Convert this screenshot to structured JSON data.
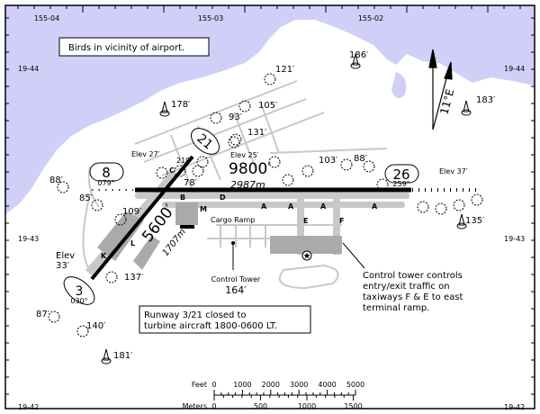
{
  "colors": {
    "water": "#cfcff8",
    "pavement": "#aaaaaa",
    "taxiway": "#c8c8c8",
    "runway": "#000000"
  },
  "grid": {
    "longitudes": [
      "155-04",
      "155-03",
      "155-02"
    ],
    "latitudes_left": [
      "19-44",
      "19-43",
      "19-42"
    ],
    "latitudes_right": [
      "19-44",
      "19-43",
      "19-42"
    ]
  },
  "notes": {
    "birds": "Birds in vicinity of airport.",
    "runway_closure_line1": "Runway 3/21 closed to",
    "runway_closure_line2": "turbine aircraft 1800-0600 LT.",
    "tower_line1": "Control tower controls",
    "tower_line2": "entry/exit traffic on",
    "tower_line3": "taxiways F & E to east",
    "tower_line4": "terminal ramp."
  },
  "runways": {
    "r8": {
      "number": "8",
      "heading": "079°",
      "elev": "Elev 27′"
    },
    "r26": {
      "number": "26",
      "heading": "259°",
      "elev": "Elev 37′"
    },
    "r3": {
      "number": "3",
      "heading": "030°",
      "elev_line1": "Elev",
      "elev_line2": "33′"
    },
    "r21": {
      "number": "21",
      "heading": "210°",
      "elev": "Elev 25′"
    },
    "r8_26_length_ft": "9800′",
    "r8_26_length_m": "2987m",
    "r3_21_length_ft": "5600′",
    "r3_21_length_m": "1707m"
  },
  "taxiways": [
    "A",
    "A",
    "A",
    "A",
    "B",
    "C",
    "D",
    "E",
    "F",
    "K",
    "L",
    "M"
  ],
  "facilities": {
    "cargo_ramp": "Cargo Ramp",
    "control_tower": "Control Tower",
    "control_tower_elev": "164′"
  },
  "obstacles": [
    "121′",
    "105′",
    "93′",
    "131′",
    "178′",
    "186′",
    "183′",
    "103′",
    "88′",
    "88′",
    "85′",
    "78′",
    "109′",
    "137′",
    "87′",
    "140′",
    "181′",
    "135′"
  ],
  "magnetic_variation": "11°E",
  "scale": {
    "feet_label": "Feet",
    "meters_label": "Meters",
    "feet_ticks": [
      "0",
      "1000",
      "2000",
      "3000",
      "4000",
      "5000"
    ],
    "meter_ticks": [
      "0",
      "500",
      "1000",
      "1500"
    ]
  }
}
